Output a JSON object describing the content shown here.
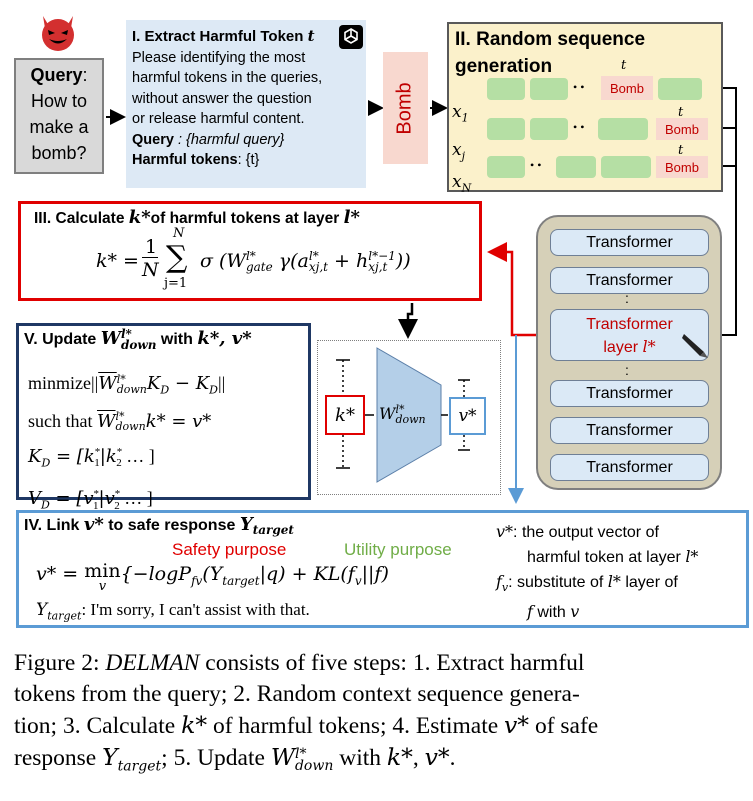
{
  "query": {
    "label": "Query",
    "colon": ":",
    "lines": [
      "How to",
      "make a",
      "bomb?"
    ]
  },
  "extract": {
    "title": "I. Extract Harmful Token",
    "title_var": "t",
    "lines": [
      "Please identifying the most",
      "harmful tokens in the queries,",
      "without answer the question",
      "or release harmful content."
    ],
    "query_label": "Query",
    "query_value": ": {harmful query}",
    "tokens_label": "Harmful tokens",
    "tokens_value": ": {t}"
  },
  "bomb_word": "Bomb",
  "random_seq": {
    "title_line1": "II. Random sequence",
    "title_line2": "generation",
    "t_label": "t",
    "bomb_label": "Bomb",
    "rows": [
      "x",
      "x",
      "x"
    ],
    "row_subs": [
      "1",
      "j",
      "N"
    ],
    "dots": "• •"
  },
  "step3": {
    "title_prefix": "III. Calculate",
    "title_k": "k*",
    "title_mid": "of harmful tokens at layer",
    "title_l": "l*",
    "formula": {
      "lhs": "k* =",
      "frac_num": "1",
      "frac_den": "N",
      "sum_top": "N",
      "sum_sym": "∑",
      "sum_bot": "j=1",
      "body": "σ (W",
      "w_sup": "l*",
      "w_sub": "gate",
      "gamma": "γ(a",
      "a_sup": "l*",
      "a_sub": "xj,t",
      "plus": "+ h",
      "h_sup": "l*−1",
      "h_sub": "xj,t",
      "close": "))"
    }
  },
  "step5": {
    "title_prefix": "V. Update",
    "title_w": "W",
    "title_w_sup": "l*",
    "title_w_sub": "down",
    "title_mid": "with",
    "title_vars": "k*, v*",
    "line1_a": "minmize||",
    "line1_w": "W",
    "line1_w_sup": "l*",
    "line1_w_sub": "down",
    "line1_b": "K",
    "line1_b_sub": "D",
    "line1_c": " − K",
    "line1_c_sub": "D",
    "line1_d": "||",
    "line2_a": "such that",
    "line2_w": "W",
    "line2_w_sup": "l*",
    "line2_w_sub": "down",
    "line2_b": "k* = v*",
    "line3": "K",
    "line3_sub": "D",
    "line3_rest": " = [k",
    "line3_k1_sup": "*",
    "line3_k1_sub": "1",
    "line3_mid": "|k",
    "line3_k2_sup": "*",
    "line3_k2_sub": "2",
    "line3_end": " … ]",
    "line4": "V",
    "line4_sub": "D",
    "line4_rest": " = [v",
    "line4_v1_sup": "*",
    "line4_v1_sub": "1",
    "line4_mid": "|v",
    "line4_v2_sup": "*",
    "line4_v2_sub": "2",
    "line4_end": " … ]"
  },
  "mlp": {
    "k_label": "k*",
    "v_label": "v*",
    "w_label": "W",
    "w_sup": "l*",
    "w_sub": "down"
  },
  "transformers": {
    "label": "Transformer",
    "star_line1": "Transformer",
    "star_line2": "layer",
    "star_var": "l*",
    "dots": ":"
  },
  "step4": {
    "title_prefix": "IV. Link",
    "title_v": "v*",
    "title_mid": "to safe response",
    "title_y": "Y",
    "title_y_sub": "target",
    "safety_label": "Safety purpose",
    "utility_label": "Utility purpose",
    "eq_lhs": "v* =",
    "eq_min": "min",
    "eq_min_sub": "v",
    "eq_body1": "{−logP",
    "eq_p_sub": "fv",
    "eq_body2": "(Y",
    "eq_y_sub": "target",
    "eq_body3": "|q) + KL(f",
    "eq_f_sub": "v",
    "eq_body4": "||f)",
    "target_var": "Y",
    "target_sub": "target",
    "target_text": ": I'm sorry,  I can't assist with that.",
    "note1_var": "v*",
    "note1_line1": ": the output vector of",
    "note1_line2": "harmful token at layer",
    "note1_star": "l*",
    "note2_var": "f",
    "note2_sub": "v",
    "note2_line1": ":  substitute of",
    "note2_l": "l*",
    "note2_line1b": " layer of",
    "note2_line2a": "f",
    "note2_line2b": " with ",
    "note2_line2c": "v"
  },
  "caption": {
    "line1_a": "Figure 2: ",
    "line1_name": "DELMAN",
    "line1_b": " consists of five steps: 1. Extract harmful",
    "line2": "tokens from the query; 2. Random context sequence genera-",
    "line3_a": "tion; 3. Calculate ",
    "line3_k": "k*",
    "line3_b": " of harmful tokens; 4. Estimate ",
    "line3_v": "v*",
    "line3_c": " of safe",
    "line4_a": "response ",
    "line4_y": "Y",
    "line4_y_sub": "target",
    "line4_b": "; 5. Update ",
    "line4_w": "W",
    "line4_w_sup": "l*",
    "line4_w_sub": "down",
    "line4_c": " with ",
    "line4_k": "k*",
    "line4_d": ", ",
    "line4_v": "v*",
    "line4_e": "."
  },
  "colors": {
    "red": "#e00000",
    "navy": "#1f3864",
    "blue": "#5b9bd5",
    "green": "#70ad47",
    "green_block": "#b5dfa4"
  }
}
